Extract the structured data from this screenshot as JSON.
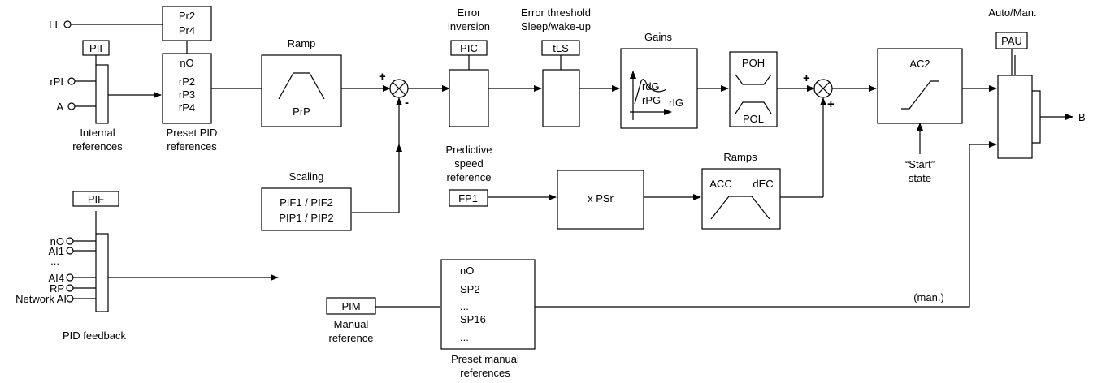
{
  "inputs": {
    "li": "LI",
    "rpi": "rPI",
    "a": "A",
    "no": "nO",
    "ai1": "AI1",
    "dots": "...",
    "ai4": "AI4",
    "rp": "RP",
    "network_ai": "Network AI"
  },
  "params": {
    "pr2": "Pr2",
    "pr4": "Pr4",
    "pii": "PII",
    "pif": "PIF",
    "pic": "PIC",
    "tls": "tLS",
    "pau": "PAU",
    "fp1": "FP1",
    "pim": "PIM"
  },
  "labels": {
    "internal_refs_1": "Internal",
    "internal_refs_2": "references",
    "preset_pid_1": "Preset PID",
    "preset_pid_2": "references",
    "ramp": "Ramp",
    "error_inversion_1": "Error",
    "error_inversion_2": "inversion",
    "error_threshold_1": "Error threshold",
    "error_threshold_2": "Sleep/wake-up",
    "gains": "Gains",
    "auto_man": "Auto/Man.",
    "predictive_1": "Predictive",
    "predictive_2": "speed",
    "predictive_3": "reference",
    "ramps": "Ramps",
    "start_state_1": "“Start”",
    "start_state_2": "state",
    "scaling": "Scaling",
    "pid_feedback": "PID feedback",
    "manual_ref_1": "Manual",
    "manual_ref_2": "reference",
    "preset_manual_1": "Preset manual",
    "preset_manual_2": "references",
    "man": "(man.)",
    "output_b": "B"
  },
  "blocks": {
    "preset_list": [
      "nO",
      "rP2",
      "rP3",
      "rP4"
    ],
    "ramp_prp": "PrP",
    "gains_rdg": "rdG",
    "gains_rig": "rIG",
    "gains_rpg": "rPG",
    "poh": "POH",
    "pol": "POL",
    "ac2": "AC2",
    "scaling_1": "PIF1 / PIF2",
    "scaling_2": "PIP1 / PIP2",
    "xpsr": "x PSr",
    "acc": "ACC",
    "dec": "dEC",
    "manual_list": [
      "nO",
      "SP2",
      "...",
      "SP16",
      "..."
    ]
  },
  "signs": {
    "sum1_plus": "+",
    "sum1_minus": "-",
    "sum2_plus_left": "+",
    "sum2_plus_bottom": "+"
  }
}
